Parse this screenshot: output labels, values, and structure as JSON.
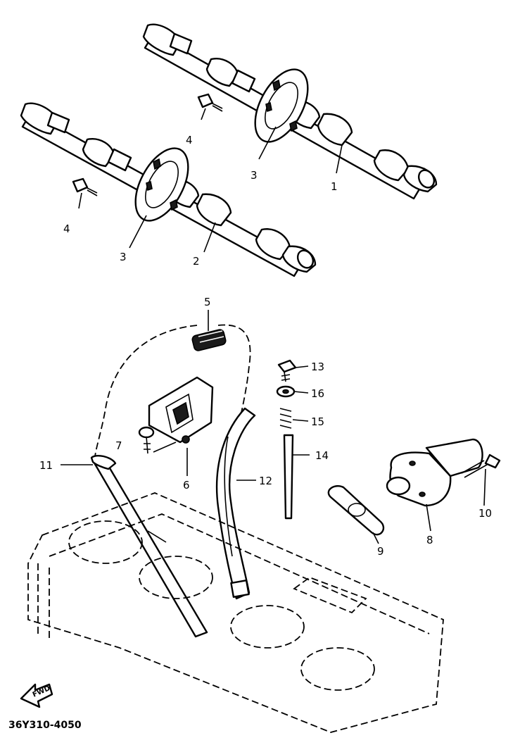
{
  "diagram": {
    "drawing_code": "36Y310-4050",
    "fwd_label": "FWD",
    "callouts": {
      "c1": "1",
      "c2": "2",
      "c3a": "3",
      "c3b": "3",
      "c4a": "4",
      "c4b": "4",
      "c5": "5",
      "c6": "6",
      "c7": "7",
      "c8": "8",
      "c9": "9",
      "c10": "10",
      "c11": "11",
      "c12": "12",
      "c13": "13",
      "c14": "14",
      "c15": "15",
      "c16": "16"
    }
  }
}
